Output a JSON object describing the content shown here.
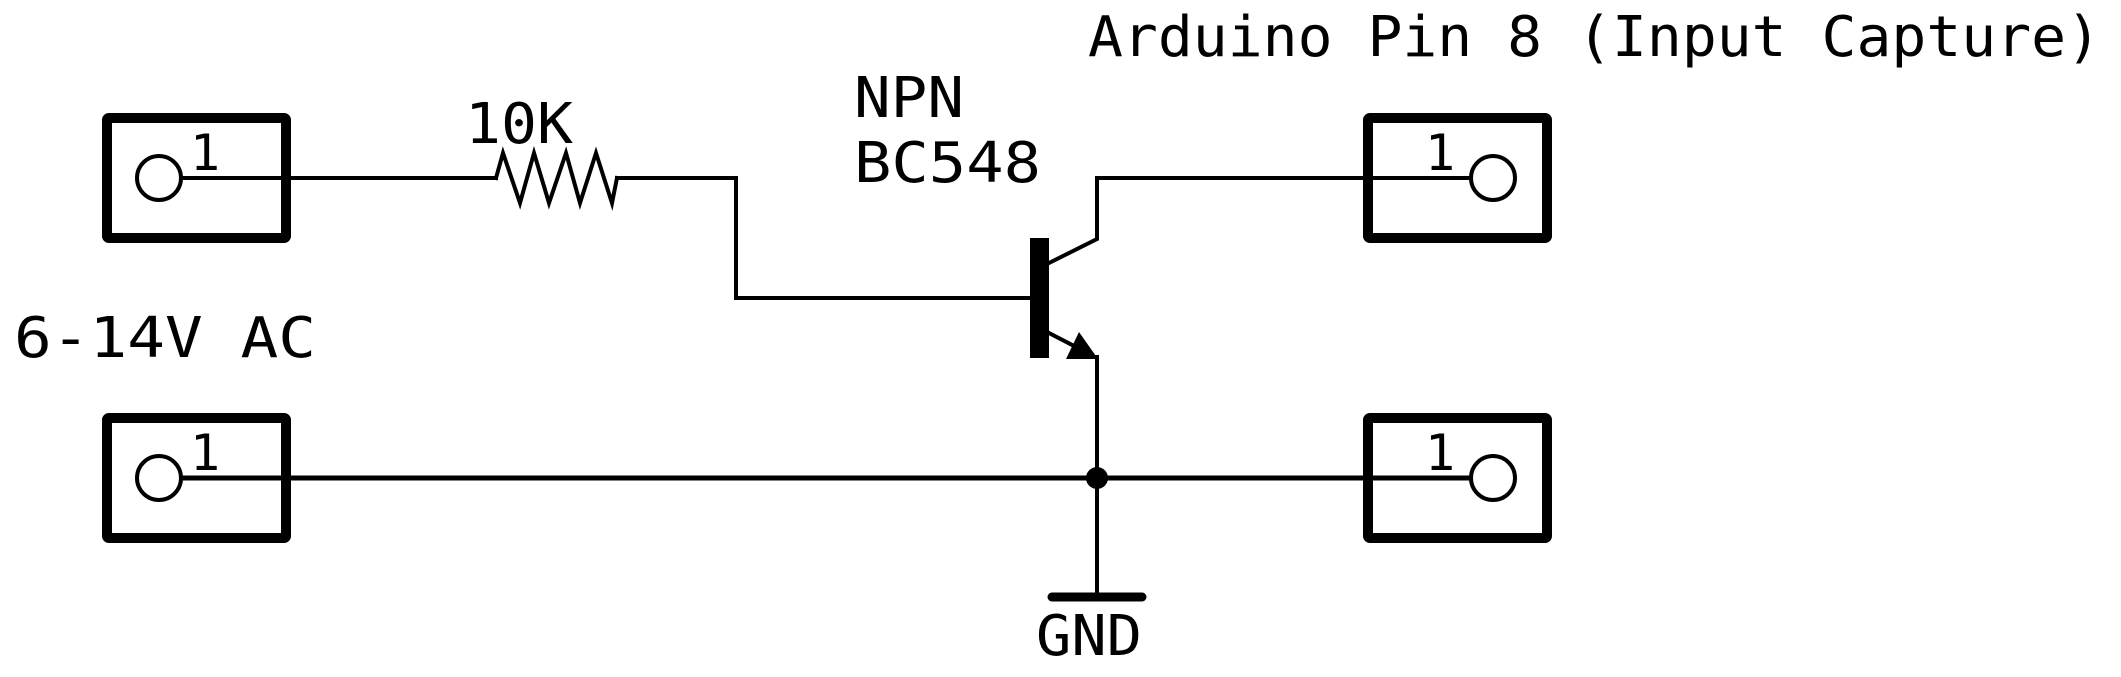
{
  "diagram": {
    "type": "circuit-schematic",
    "labels": {
      "output_title": "Arduino Pin 8 (Input Capture)",
      "input_label": "6-14V AC",
      "resistor_value": "10K",
      "transistor_type": "NPN",
      "transistor_part": "BC548",
      "ground": "GND"
    },
    "connectors": [
      {
        "id": "J-in-top",
        "pin": "1",
        "side": "left"
      },
      {
        "id": "J-in-bottom",
        "pin": "1",
        "side": "left"
      },
      {
        "id": "J-out-top",
        "pin": "1",
        "side": "right"
      },
      {
        "id": "J-out-bottom",
        "pin": "1",
        "side": "right"
      }
    ],
    "components": [
      {
        "kind": "resistor",
        "value": "10K"
      },
      {
        "kind": "npn-transistor",
        "part": "BC548"
      },
      {
        "kind": "ground",
        "label": "GND"
      }
    ],
    "nets": [
      "AC input top -> 10K resistor -> transistor base",
      "transistor collector -> Arduino Pin 8 connector",
      "AC input bottom -> junction -> output bottom connector",
      "transistor emitter -> junction -> GND"
    ],
    "colors": {
      "line": "#000000",
      "background": "#ffffff"
    }
  }
}
